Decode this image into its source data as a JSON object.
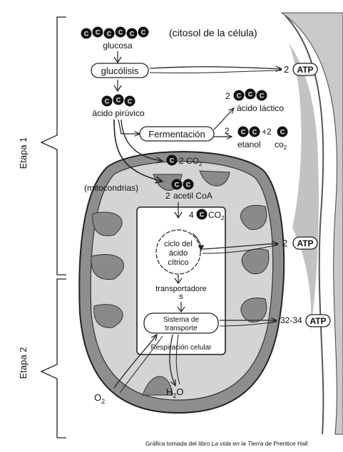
{
  "stages": {
    "stage1": "Etapa 1",
    "stage2": "Etapa 2"
  },
  "top": {
    "location": "(citosol de la célula)",
    "glucose": "glucosa",
    "glycolysis": "glucólisis",
    "atp_glycolysis_count": "2",
    "pyruvate": "ácido pirúvico"
  },
  "fermentation": {
    "box": "Fermentación",
    "lactic_count": "2",
    "lactic": "ácido láctico",
    "ethanol_count": "2",
    "ethanol_plus": "+2",
    "ethanol": "etanol",
    "co2": "co",
    "co2_sub": "2"
  },
  "mito": {
    "label": "(mitocondrias)",
    "co2_release": "2 CO",
    "co2_release_sub": "2",
    "acetyl_count": "2",
    "acetyl": "acetil CoA",
    "krebs_co2_count": "4",
    "krebs_co2": "CO",
    "krebs_co2_sub": "2",
    "cycle_line1": "ciclo del",
    "cycle_line2": "ácido",
    "cycle_line3": "cítrico",
    "atp_krebs_count": "2",
    "transporters_line1": "transportadore",
    "transporters_line2": "s",
    "system_line1": "Sistema de",
    "system_line2": "transporte",
    "atp_chain_count": "32-34",
    "respiration": "Respiración celular",
    "o2": "O",
    "o2_sub": "2",
    "water_h": "H",
    "water_sub": "2",
    "water_o": "O"
  },
  "atp_label": "ATP",
  "carbon_symbol": "C",
  "caption": {
    "prefix": "Gráfica tomada del libro ",
    "book": "La vida en la Tierra",
    "suffix": " de Prentice Hall"
  }
}
